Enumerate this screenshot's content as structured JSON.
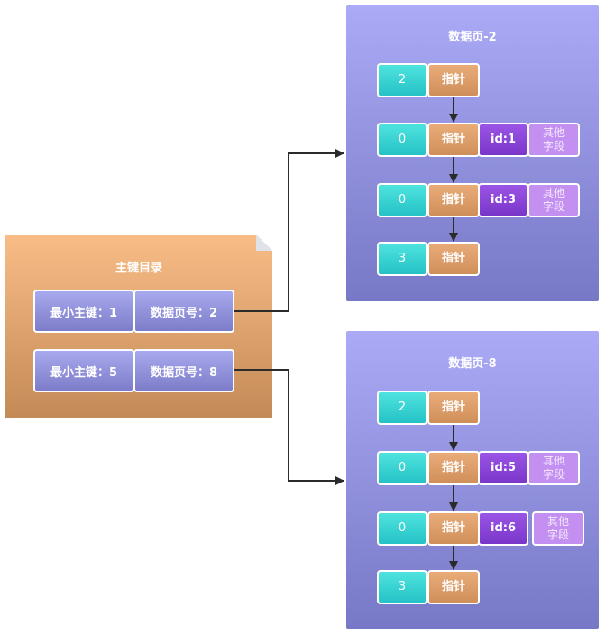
{
  "directory": {
    "title": "主键目录",
    "rows": [
      {
        "min_key_label": "最小主键：1",
        "page_no_label": "数据页号：2"
      },
      {
        "min_key_label": "最小主键：5",
        "page_no_label": "数据页号：8"
      }
    ]
  },
  "pages": [
    {
      "title": "数据页-2",
      "records": [
        {
          "num": "2",
          "pointer": "指针"
        },
        {
          "num": "0",
          "pointer": "指针",
          "id": "id:1",
          "other": "其他字段"
        },
        {
          "num": "0",
          "pointer": "指针",
          "id": "id:3",
          "other": "其他字段"
        },
        {
          "num": "3",
          "pointer": "指针"
        }
      ]
    },
    {
      "title": "数据页-8",
      "records": [
        {
          "num": "2",
          "pointer": "指针"
        },
        {
          "num": "0",
          "pointer": "指针",
          "id": "id:5",
          "other": "其他字段"
        },
        {
          "num": "0",
          "pointer": "指针",
          "id": "id:6",
          "other": "其他字段"
        },
        {
          "num": "3",
          "pointer": "指针"
        }
      ]
    }
  ],
  "colors": {
    "directory": "#e9a670",
    "key_cell": "#8f8fdc",
    "page": "#9393e0",
    "num_cell": "#37d3d3",
    "pointer_cell": "#dc9d68",
    "id_cell": "#8a44d8",
    "other_cell": "#c38ff0",
    "connector": "#2b2b2b"
  }
}
